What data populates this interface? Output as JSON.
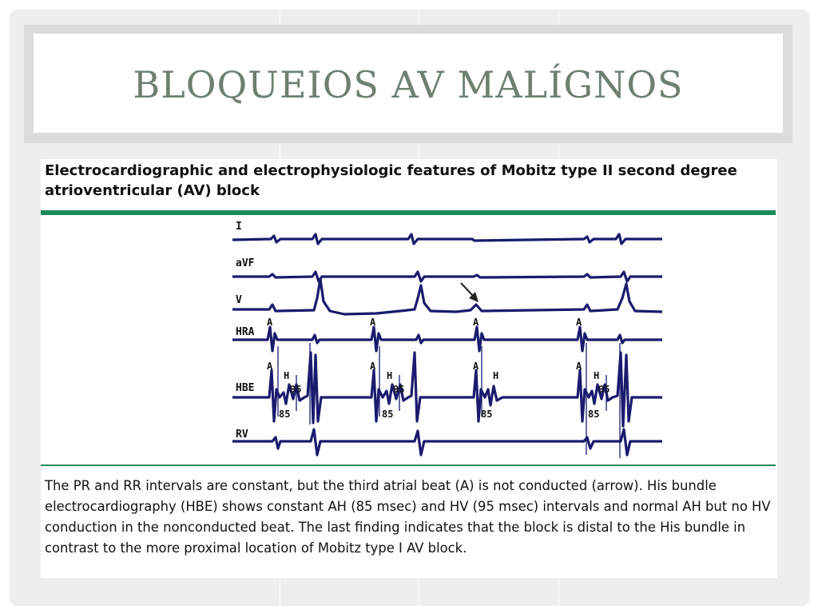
{
  "slide": {
    "title": "BLOQUEIOS AV MALÍGNOS"
  },
  "figure": {
    "heading": "Electrocardiographic and electrophysiologic features of Mobitz type II second degree atrioventricular (AV) block",
    "caption": "The PR and RR intervals are constant, but the third atrial beat (A) is not conducted (arrow). His bundle electrocardiography (HBE) shows constant AH (85 msec) and HV (95 msec) intervals and normal AH but no HV conduction in the nonconducted beat. The last finding indicates that the block is distal to the His bundle in contrast to the more proximal location of Mobitz type I AV block.",
    "leads": {
      "lead_i": "I",
      "lead_avf": "aVF",
      "lead_v": "V",
      "lead_hra": "HRA",
      "lead_hbe": "HBE",
      "lead_rv": "RV"
    },
    "markers": {
      "atrial": "A",
      "his": "H",
      "ah_interval": "85",
      "hv_interval": "95"
    }
  },
  "colors": {
    "title_text": "#6e7f72",
    "tracing": "#1a1a6e",
    "rule": "#1a8a5a",
    "slide_bg": "#eeeeee"
  }
}
